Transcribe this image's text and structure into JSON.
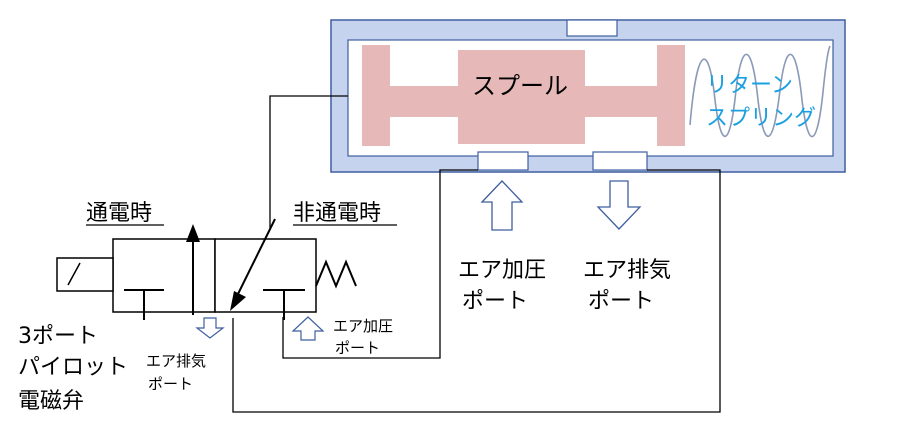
{
  "diagram": {
    "valve": {
      "energized_label": "通電時",
      "deenergized_label": "非通電時",
      "caption_line1": "3ポート",
      "caption_line2": "パイロット",
      "caption_line3": "電磁弁",
      "exhaust_line1": "エア排気",
      "exhaust_line2": "ポート",
      "pressure_line1": "エア加圧",
      "pressure_line2": "ポート"
    },
    "actuator": {
      "spool_label": "スプール",
      "spring_line1": "リターン",
      "spring_line2": "スプリング",
      "pressure_line1": "エア加圧",
      "pressure_line2": "ポート",
      "exhaust_line1": "エア排気",
      "exhaust_line2": "ポート"
    },
    "colors": {
      "housing_fill": "#c5d3ee",
      "housing_stroke": "#3f5f9f",
      "spool_fill": "#e6b8b7",
      "spring_stroke": "#8a9ab8",
      "spring_text": "#1aa0e0",
      "arrow_stroke": "#3f5f9f"
    }
  }
}
